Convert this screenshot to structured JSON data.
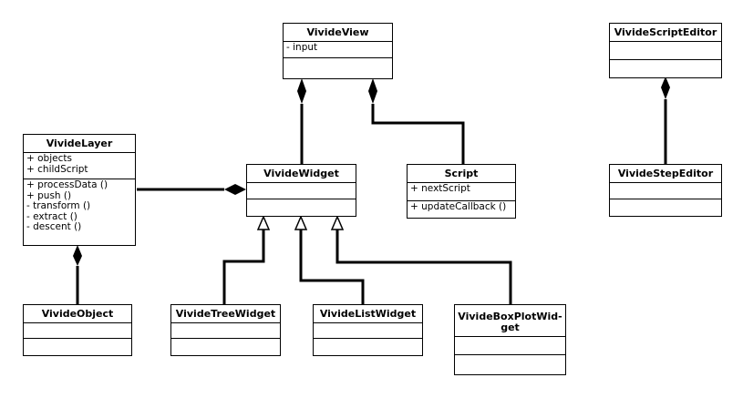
{
  "classes": {
    "vivide_view": {
      "name": "VivideView",
      "attributes": [
        "- input"
      ],
      "operations": []
    },
    "vivide_script_editor": {
      "name": "VivideScriptEditor",
      "attributes": [],
      "operations": []
    },
    "vivide_layer": {
      "name": "VivideLayer",
      "attributes": [
        "+ objects",
        "+ childScript"
      ],
      "operations": [
        "+ processData ()",
        "+ push ()",
        "- transform ()",
        "- extract ()",
        "- descent ()"
      ]
    },
    "vivide_widget": {
      "name": "VivideWidget",
      "attributes": [],
      "operations": []
    },
    "script": {
      "name": "Script",
      "attributes": [
        "+ nextScript"
      ],
      "operations": [
        "+ updateCallback ()"
      ]
    },
    "vivide_step_editor": {
      "name": "VivideStepEditor",
      "attributes": [],
      "operations": []
    },
    "vivide_object": {
      "name": "VivideObject",
      "attributes": [],
      "operations": []
    },
    "vivide_tree_widget": {
      "name": "VivideTreeWidget",
      "attributes": [],
      "operations": []
    },
    "vivide_list_widget": {
      "name": "VivideListWidget",
      "attributes": [],
      "operations": []
    },
    "vivide_box_plot_widget": {
      "name": "VivideBoxPlotWid-\nget",
      "attributes": [],
      "operations": []
    }
  },
  "relationships": [
    {
      "type": "composition",
      "whole": "VivideView",
      "part": "VivideWidget"
    },
    {
      "type": "composition",
      "whole": "VivideView",
      "part": "Script"
    },
    {
      "type": "composition",
      "whole": "VivideWidget",
      "part": "VivideLayer"
    },
    {
      "type": "composition",
      "whole": "VivideLayer",
      "part": "VivideObject"
    },
    {
      "type": "composition",
      "whole": "VivideScriptEditor",
      "part": "VivideStepEditor"
    },
    {
      "type": "generalization",
      "parent": "VivideWidget",
      "child": "VivideTreeWidget"
    },
    {
      "type": "generalization",
      "parent": "VivideWidget",
      "child": "VivideListWidget"
    },
    {
      "type": "generalization",
      "parent": "VivideWidget",
      "child": "VivideBoxPlotWidget"
    }
  ]
}
